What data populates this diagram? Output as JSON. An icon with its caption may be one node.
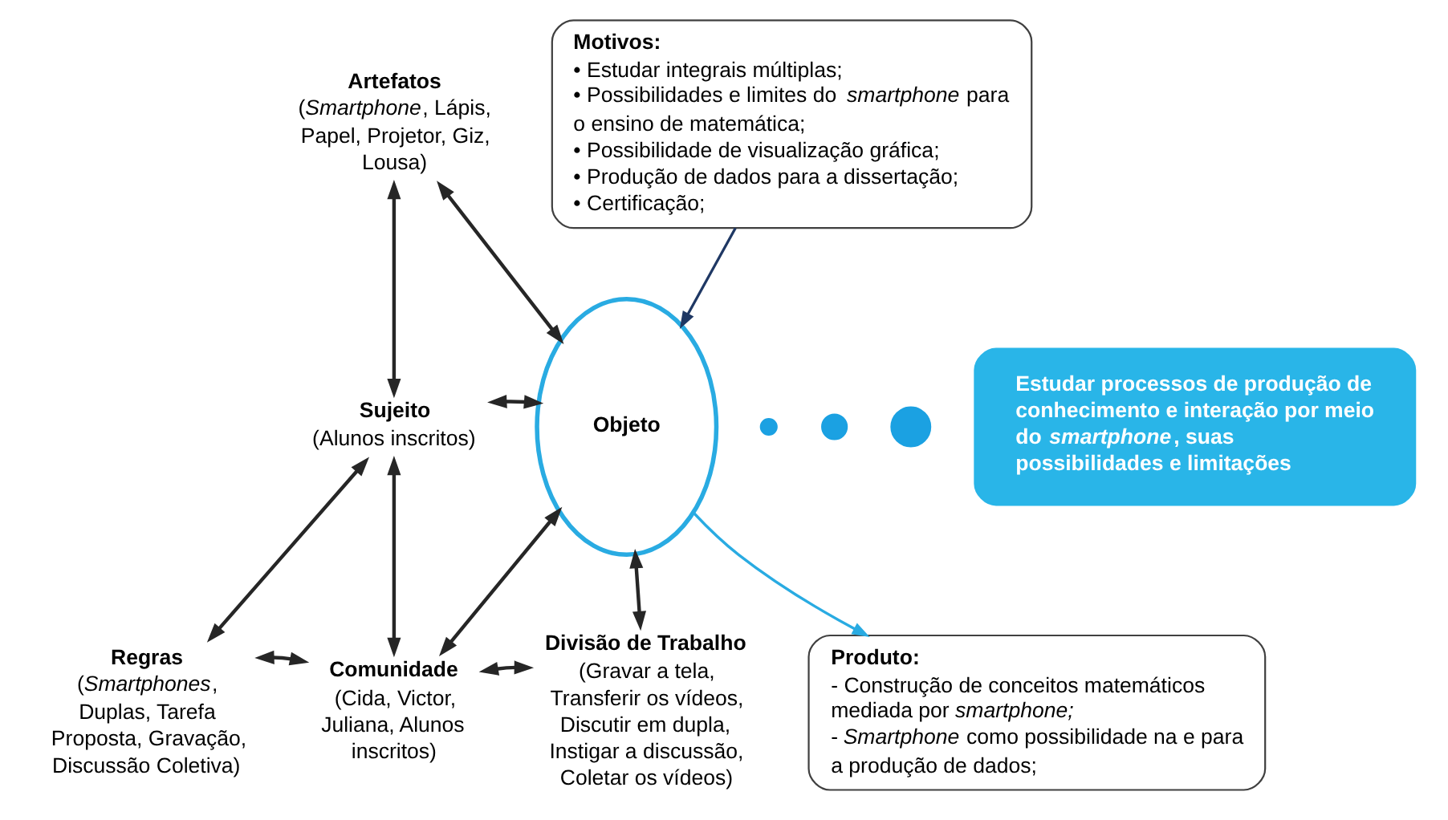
{
  "diagram": {
    "nodes": [
      {
        "text": [
          "Artefatos",
          "(*Smartphone*, Lápis, Papel, Projetor, Giz, Lousa)"
        ]
      },
      {
        "text": [
          "Sujeito",
          "(Alunos inscritos)"
        ]
      },
      {
        "text": [
          "Objeto"
        ]
      },
      {
        "text": [],
        "shape": "circle"
      },
      {
        "text": [],
        "shape": "circle"
      },
      {
        "text": [],
        "shape": "circle"
      },
      {
        "text": [
          "Estudar processos de produção de conhecimento e interação por meio do *smartphone*, suas possibilidades e limitações"
        ]
      },
      {
        "text": [
          "Motivos:",
          "• Estudar integrais múltiplas;",
          "• Possibilidades e limites do *smartphone* para o ensino de matemática;",
          "• Possibilidade de visualização gráfica;",
          "• Produção de dados para a dissertação;",
          "• Certificação;"
        ]
      },
      {
        "text": [
          "Regras",
          "(*Smartphones*, Duplas, Tarefa Proposta, Gravação, Discussão Coletiva)"
        ]
      },
      {
        "text": [
          "Comunidade",
          "(Cida, Victor, Juliana, Alunos inscritos)"
        ]
      },
      {
        "text": [
          "Divisão de Trabalho",
          "(Gravar a tela, Transferir os vídeos, Discutir em dupla, Instigar a discussão, Coletar os vídeos)"
        ]
      },
      {
        "text": [
          "Produto:",
          "- Construção de conceitos matemáticos mediada por *smartphone;*",
          "- *Smartphone* como possibilidade na e para a produção de dados;"
        ]
      }
    ],
    "edges": [
      {
        "from": 0,
        "to": 1,
        "arrow": "both"
      },
      {
        "from": 0,
        "to": 2,
        "arrow": "both"
      },
      {
        "from": 1,
        "to": 2,
        "arrow": "both"
      },
      {
        "from": 1,
        "to": 8,
        "arrow": "both"
      },
      {
        "from": 1,
        "to": 9,
        "arrow": "both"
      },
      {
        "from": 2,
        "to": 9,
        "arrow": "both"
      },
      {
        "from": 2,
        "to": 10,
        "arrow": "both"
      },
      {
        "from": 8,
        "to": 9,
        "arrow": "both"
      },
      {
        "from": 9,
        "to": 10,
        "arrow": "both"
      },
      {
        "from": 7,
        "to": 2,
        "arrow": "to",
        "color": "#1f3864"
      },
      {
        "from": 2,
        "to": 11,
        "arrow": "to",
        "color": "#29abe2"
      }
    ]
  }
}
